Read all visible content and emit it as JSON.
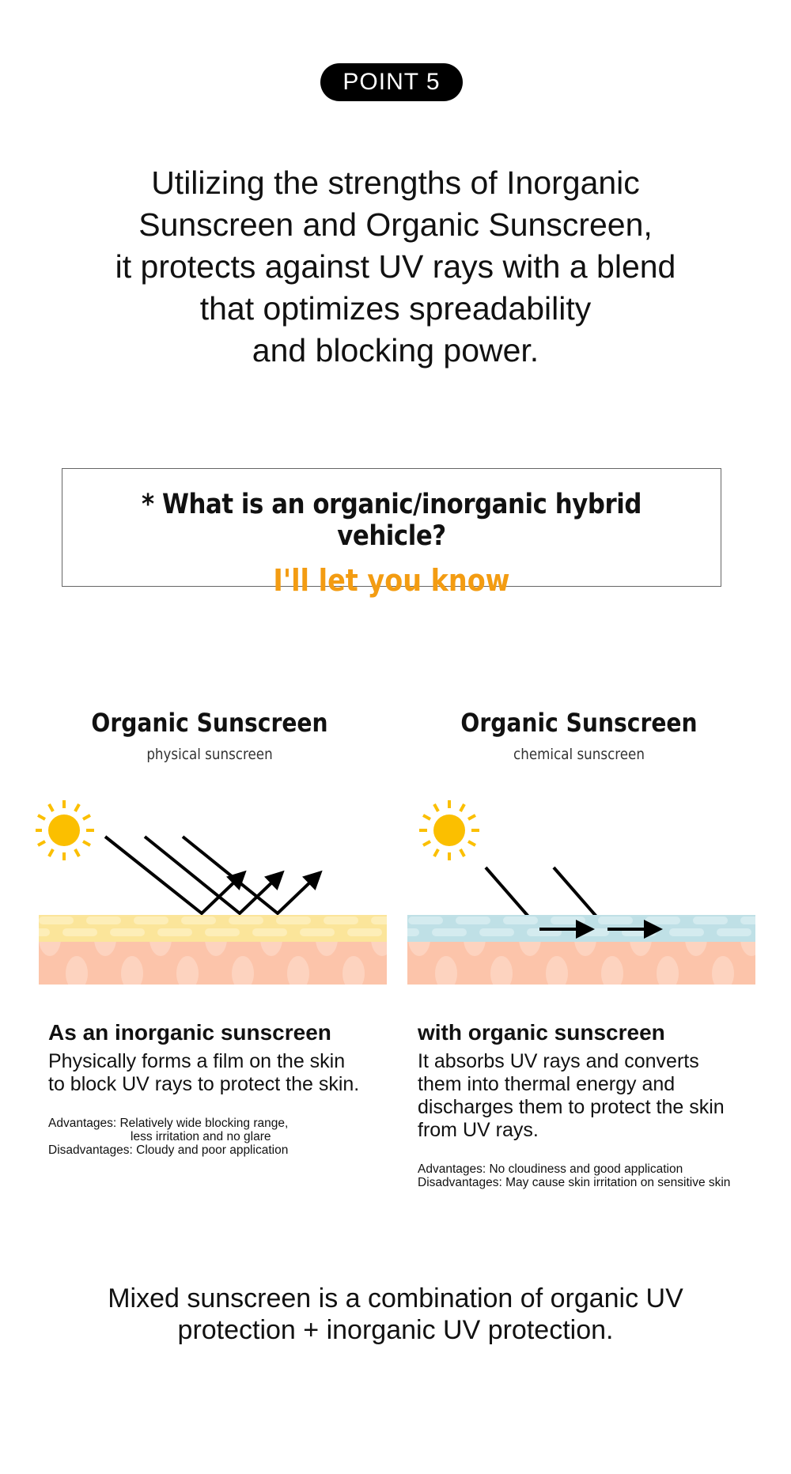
{
  "badge": {
    "label": "POINT  5"
  },
  "headline": {
    "lines": [
      "Utilizing the strengths of Inorganic",
      "Sunscreen and Organic Sunscreen,",
      "it protects against UV rays with a blend",
      "that optimizes spreadability",
      "and blocking power."
    ]
  },
  "question_box": {
    "question": "* What is an organic/inorganic hybrid vehicle?",
    "answer": "I'll let you know",
    "answer_color": "#f39c12"
  },
  "panels": [
    {
      "title": "Organic Sunscreen",
      "subtitle": "physical sunscreen",
      "layer_color": "#fbe59a",
      "icon": "sun-icon",
      "heading": "As an inorganic sunscreen",
      "body": [
        "Physically forms a film on the skin",
        "to block UV rays to protect the skin."
      ],
      "notes": [
        "Advantages: Relatively wide blocking range,",
        "less irritation and no glare",
        "Disadvantages: Cloudy and poor application"
      ]
    },
    {
      "title": "Organic Sunscreen",
      "subtitle": "chemical sunscreen",
      "layer_color": "#bfe0e6",
      "icon": "sun-icon",
      "heading": "with organic sunscreen",
      "body": [
        "It absorbs UV rays and converts",
        "them into thermal energy and",
        "discharges them to protect the skin",
        "from UV rays."
      ],
      "notes": [
        "Advantages: No cloudiness and good application",
        "Disadvantages: May cause skin irritation on sensitive skin"
      ]
    }
  ],
  "colors": {
    "skin": "#fcc4aa",
    "sun": "#fbbf00"
  },
  "bottom": {
    "lines": [
      "Mixed sunscreen is a combination of organic UV",
      "protection + inorganic UV protection."
    ]
  }
}
